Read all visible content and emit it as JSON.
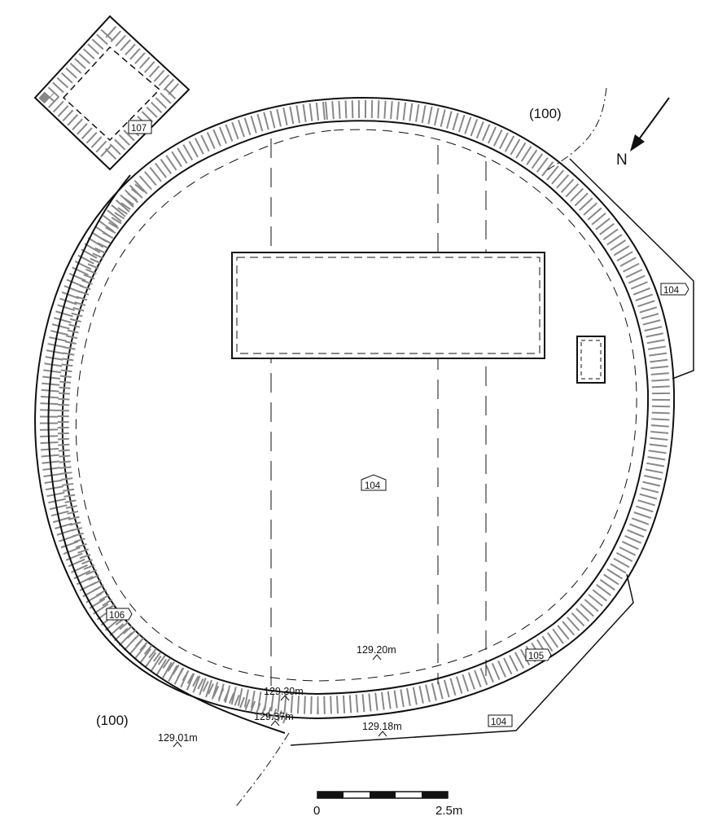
{
  "context": {
    "upper": "(100)",
    "lower": "(100)"
  },
  "north": {
    "letter": "N"
  },
  "contexts": {
    "pit": "107",
    "east_cut": "104",
    "interior": "104",
    "wall": "106",
    "south_cut": "105",
    "south_band": "104"
  },
  "elevations": {
    "interior": "129.20m",
    "threshold_a": "129.30m",
    "threshold_b": "129.37m",
    "outside": "129.01m",
    "south_wall": "129.18m"
  },
  "scale": {
    "start": "0",
    "end": "2.5m"
  },
  "colors": {
    "ink": "#111111",
    "paper": "#ffffff"
  }
}
